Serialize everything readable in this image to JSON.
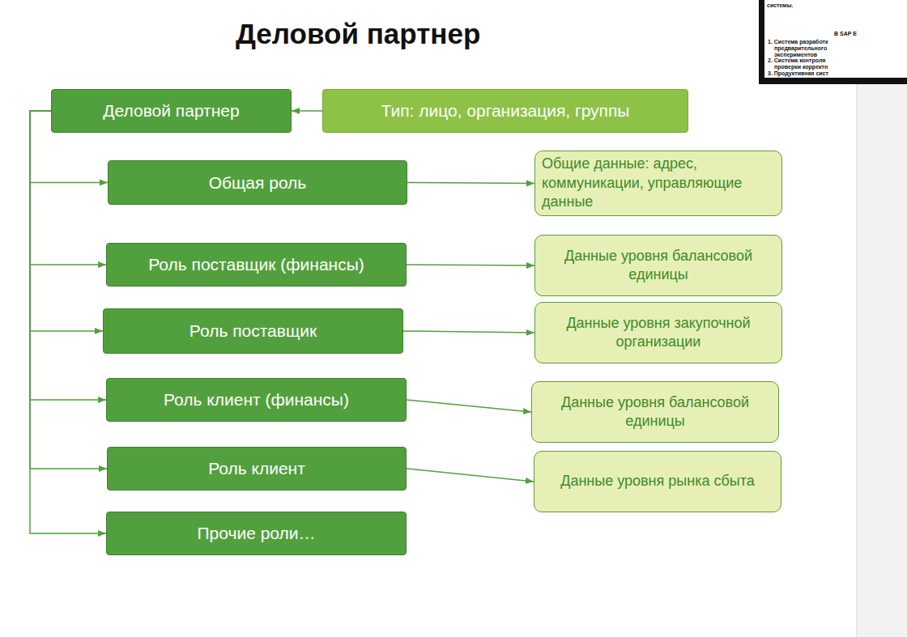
{
  "diagram": {
    "title": "Деловой партнер",
    "nodes": [
      {
        "text": [
          "Деловой партнер"
        ]
      },
      {
        "text": [
          "Тип: лицо, организация, группы"
        ]
      },
      {
        "text": [
          "Общая роль"
        ]
      },
      {
        "text": [
          "Общие данные: адрес, коммуникации, управляющие данные"
        ]
      },
      {
        "text": [
          "Роль поставщик (финансы)"
        ]
      },
      {
        "text": [
          "Данные уровня балансовой единицы"
        ]
      },
      {
        "text": [
          "Роль поставщик"
        ]
      },
      {
        "text": [
          "Данные уровня закупочной организации"
        ]
      },
      {
        "text": [
          "Роль клиент (финансы)"
        ]
      },
      {
        "text": [
          "Данные уровня балансовой единицы"
        ]
      },
      {
        "text": [
          "Роль клиент"
        ]
      },
      {
        "text": [
          "Данные уровня рынка сбыта"
        ]
      },
      {
        "text": [
          "Прочие роли…"
        ]
      }
    ],
    "edges": [
      {
        "from": 1,
        "to": 0,
        "arrow": "to"
      },
      {
        "from": 0,
        "to": 2,
        "arrow": "to"
      },
      {
        "from": 0,
        "to": 4,
        "arrow": "to"
      },
      {
        "from": 0,
        "to": 6,
        "arrow": "to"
      },
      {
        "from": 0,
        "to": 8,
        "arrow": "to"
      },
      {
        "from": 0,
        "to": 10,
        "arrow": "to"
      },
      {
        "from": 0,
        "to": 12,
        "arrow": "to"
      },
      {
        "from": 2,
        "to": 3,
        "arrow": "to"
      },
      {
        "from": 4,
        "to": 5,
        "arrow": "to"
      },
      {
        "from": 6,
        "to": 7,
        "arrow": "to"
      },
      {
        "from": 8,
        "to": 9,
        "arrow": "to"
      },
      {
        "from": 10,
        "to": 11,
        "arrow": "to"
      }
    ],
    "labels": [
      "системы.",
      "В SAP E",
      "1. Система разработк",
      "предварительного",
      "экспериментов",
      "2. Система контроля",
      "проверки корректн",
      "3. Продуктивная сист"
    ]
  }
}
